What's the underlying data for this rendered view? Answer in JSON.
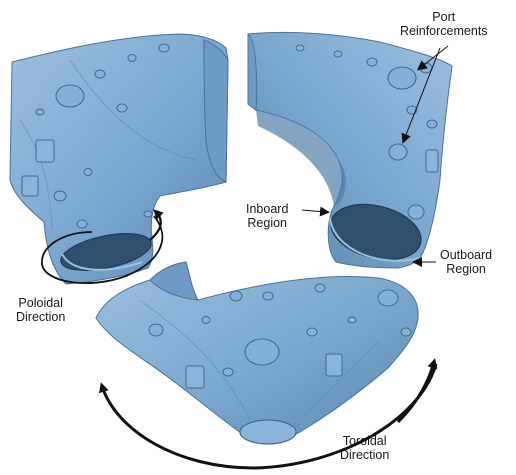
{
  "colors": {
    "surface": "#7aa7cf",
    "surface_dark": "#4d7ba6",
    "surface_light": "#a7c7e4",
    "interior": "#2f4f6e",
    "arrow": "#111111"
  },
  "labels": {
    "port_reinforcements": [
      "Port",
      "Reinforcements"
    ],
    "inboard_region": [
      "Inboard",
      "Region"
    ],
    "outboard_region": [
      "Outboard",
      "Region"
    ],
    "poloidal_direction": [
      "Poloidal",
      "Direction"
    ],
    "toroidal_direction": [
      "Toroidal",
      "Direction"
    ]
  }
}
